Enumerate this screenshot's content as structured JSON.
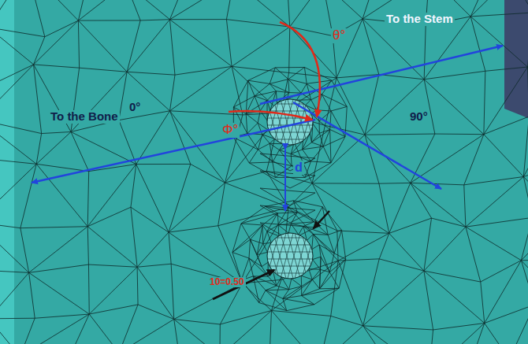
{
  "diagram": {
    "labels": [
      "To the Bone",
      "0°",
      "To the Stem",
      "θ°",
      "Φ°",
      "90°",
      "d",
      "10=0.50"
    ]
  }
}
